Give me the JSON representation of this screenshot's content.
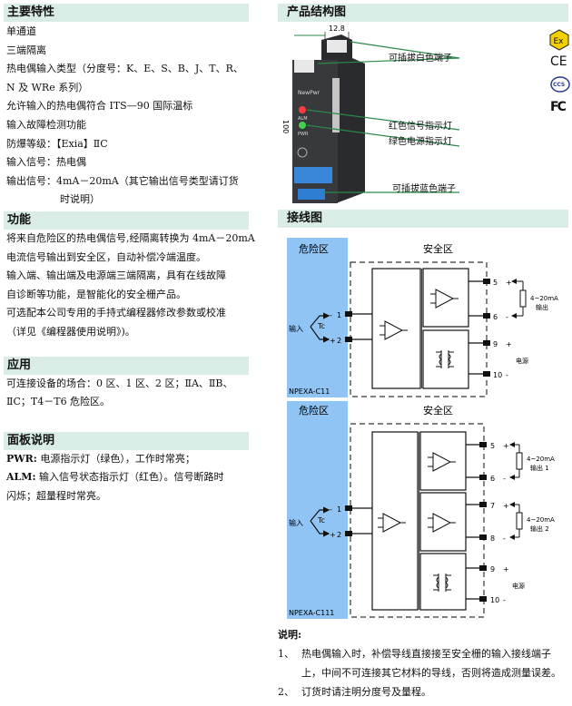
{
  "features": {
    "title": "主要特性",
    "lines": [
      "单通道",
      "三端隔离",
      "热电偶输入类型（分度号：K、E、S、B、J、T、R、",
      "N 及 WRe 系列）",
      "允许输入的热电偶符合 ITS—90 国际温标",
      "输入故障检测功能",
      "防爆等级：【Exia】ⅡC",
      "输入信号：热电偶",
      "输出信号：4mA－20mA（其它输出信号类型请订货",
      "时说明）"
    ]
  },
  "function": {
    "title": "功能",
    "lines": [
      "将来自危险区的热电偶信号,经隔离转换为 4mA－20mA",
      "电流信号输出到安全区，自动补偿冷端温度。",
      "输入端、输出端及电源端三端隔离，具有在线故障",
      "自诊断等功能，是智能化的安全栅产品。",
      "可选配本公司专用的手持式编程器修改参数或校准",
      "（详见《编程器使用说明》)。"
    ]
  },
  "application": {
    "title": "应用",
    "lines": [
      "可连接设备的场合：0 区、1 区、2 区；ⅡA、ⅡB、",
      "ⅡC；T4－T6 危险区。"
    ]
  },
  "panel": {
    "title": "面板说明",
    "items": [
      {
        "key": "PWR:",
        "text": "电源指示灯（绿色），工作时常亮；"
      },
      {
        "key": "ALM:",
        "text": "输入信号状态指示灯（红色）。信号断路时"
      }
    ],
    "continuation": "闪烁；超量程时常亮。"
  },
  "structure": {
    "title": "产品结构图",
    "dimension_width": "12.8",
    "dimension_height": "100",
    "callouts": {
      "white_terminal": "可插拔白色端子",
      "red_led": "红色信号指示灯",
      "green_led": "绿色电源指示灯",
      "blue_terminal": "可插拔蓝色端子"
    },
    "device_brand": "NewPwr",
    "device_led_labels": [
      "ALM",
      "PWR"
    ],
    "certifications": [
      "Ex",
      "CE",
      "CCS",
      "FC"
    ]
  },
  "wiring": {
    "title": "接线图",
    "hazard_label": "危险区",
    "safe_label": "安全区",
    "input_label": "输入",
    "sensor_label": "Tc",
    "power_label": "电源",
    "diagram1": {
      "model": "NPEXA-C11",
      "input_terminals": [
        {
          "num": "1",
          "sign": "-"
        },
        {
          "num": "2",
          "sign": "+"
        }
      ],
      "output_terminals": [
        {
          "num": "5",
          "sign": "+"
        },
        {
          "num": "6",
          "sign": "-"
        }
      ],
      "power_terminals": [
        {
          "num": "9",
          "sign": "+"
        },
        {
          "num": "10",
          "sign": "-"
        }
      ],
      "output_label_1": "4~20mA",
      "output_label_2": "输出"
    },
    "diagram2": {
      "model": "NPEXA-C111",
      "input_terminals": [
        {
          "num": "1",
          "sign": "-"
        },
        {
          "num": "2",
          "sign": "+"
        }
      ],
      "output1_terminals": [
        {
          "num": "5",
          "sign": "+"
        },
        {
          "num": "6",
          "sign": "-"
        }
      ],
      "output2_terminals": [
        {
          "num": "7",
          "sign": "+"
        },
        {
          "num": "8",
          "sign": "-"
        }
      ],
      "power_terminals": [
        {
          "num": "9",
          "sign": "+"
        },
        {
          "num": "10",
          "sign": "-"
        }
      ],
      "output1_label_1": "4~20mA",
      "output1_label_2": "输出 1",
      "output2_label_1": "4~20mA",
      "output2_label_2": "输出 2"
    }
  },
  "notes": {
    "title": "说明",
    "items": [
      {
        "num": "1、",
        "text": "热电偶输入时，补偿导线直接接至安全栅的输入接线端子",
        "cont": "上，中间不可连接其它材料的导线，否则将造成测量误差。"
      },
      {
        "num": "2、",
        "text": "订货时请注明分度号及量程。",
        "cont": ""
      }
    ]
  },
  "colors": {
    "section_header_bg": "#d9ece6",
    "hazard_zone_bg": "#8fc4f4",
    "leader_line": "#2a8a4a"
  }
}
